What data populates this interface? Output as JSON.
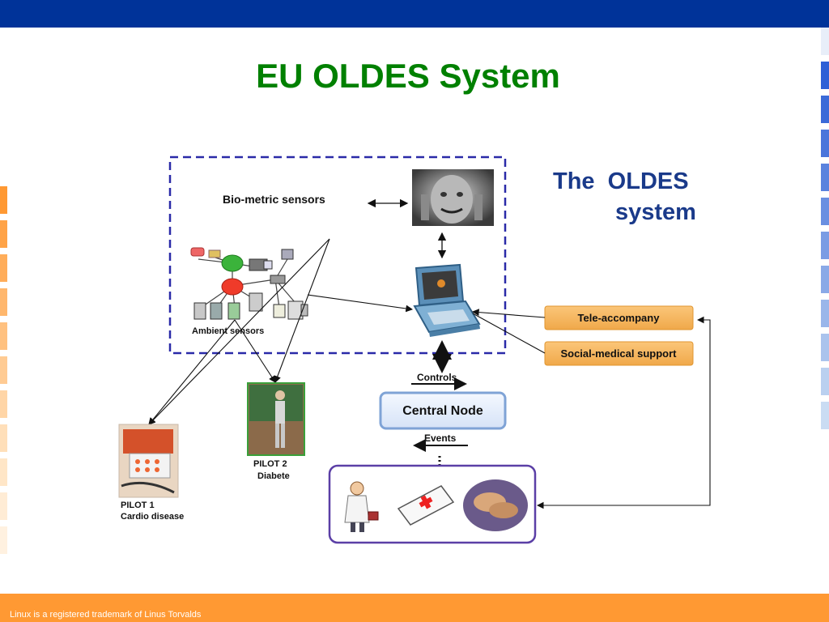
{
  "slide": {
    "title": "EU OLDES System",
    "footer": "Linux is a registered trademark of Linus Torvalds"
  },
  "colors": {
    "topbar": "#003399",
    "footer": "#ff9933",
    "title": "#008000",
    "dashed_box": "#2a2aa8",
    "orange_box": "#f5b35a",
    "node_border": "#7fa3d6",
    "actors_border": "#5b3fa6"
  },
  "diagram": {
    "heading_line1": "The  OLDES",
    "heading_line2": "system",
    "biometric_label": "Bio-metric sensors",
    "ambient_label": "Ambient sensors",
    "tele_label": "Tele-accompany",
    "social_label": "Social-medical support",
    "central_label": "Central Node",
    "controls_label": "Controls",
    "events_label": "Events",
    "pilot1_line1": "PILOT 1",
    "pilot1_line2": "Cardio disease",
    "pilot2_line1": "PILOT 2",
    "pilot2_line2": "Diabete"
  },
  "icons": [
    "elderly-man-photo",
    "laptop-icon",
    "sensor-network-icon",
    "medicine-photo",
    "walking-man-photo",
    "doctor-icon",
    "first-aid-kit-icon",
    "holding-hands-photo"
  ]
}
